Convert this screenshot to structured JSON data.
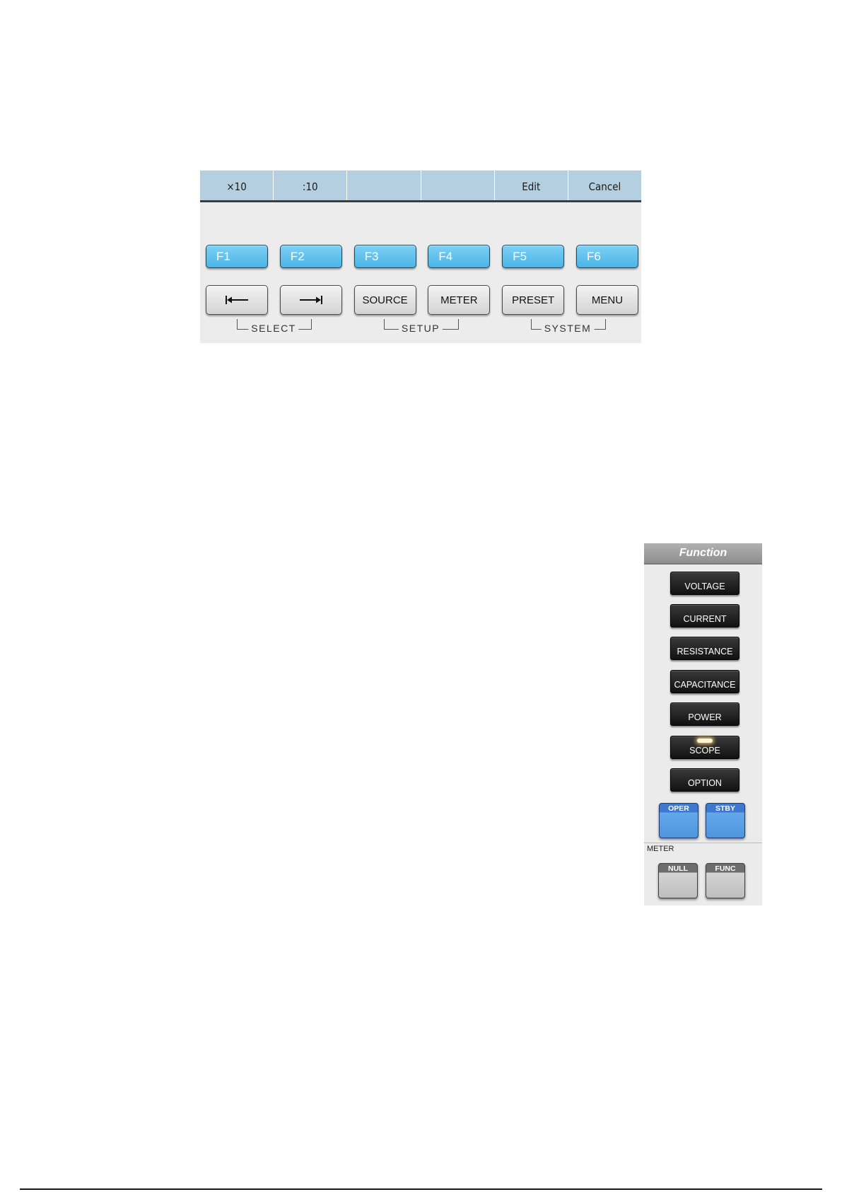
{
  "softkey_bar": {
    "labels": [
      "×10",
      ":10",
      "",
      "",
      "Edit",
      "Cancel"
    ]
  },
  "function_keys": [
    "F1",
    "F2",
    "F3",
    "F4",
    "F5",
    "F6"
  ],
  "nav_keys": {
    "select_left_icon": "arrow-to-left-bar-icon",
    "select_right_icon": "arrow-to-right-bar-icon",
    "source": "SOURCE",
    "meter": "METER",
    "preset": "PRESET",
    "menu": "MENU"
  },
  "groups": {
    "select": "SELECT",
    "setup": "SETUP",
    "system": "SYSTEM"
  },
  "function_panel": {
    "title": "Function",
    "buttons": {
      "voltage": "VOLTAGE",
      "current": "CURRENT",
      "resistance": "RESISTANCE",
      "capacitance": "CAPACITANCE",
      "power": "POWER",
      "scope": "SCOPE",
      "option": "OPTION"
    },
    "scope_led_lit": true,
    "oper": "OPER",
    "stby": "STBY",
    "meter_section": "METER",
    "null": "NULL",
    "func": "FUNC"
  },
  "colors": {
    "softkey_bar": "#b3cfe0",
    "fkey_blue": "#49b5e6",
    "oper_stby_blue": "#4f95dd",
    "function_button": "#1a1a1a",
    "panel_gray": "#ececec"
  }
}
